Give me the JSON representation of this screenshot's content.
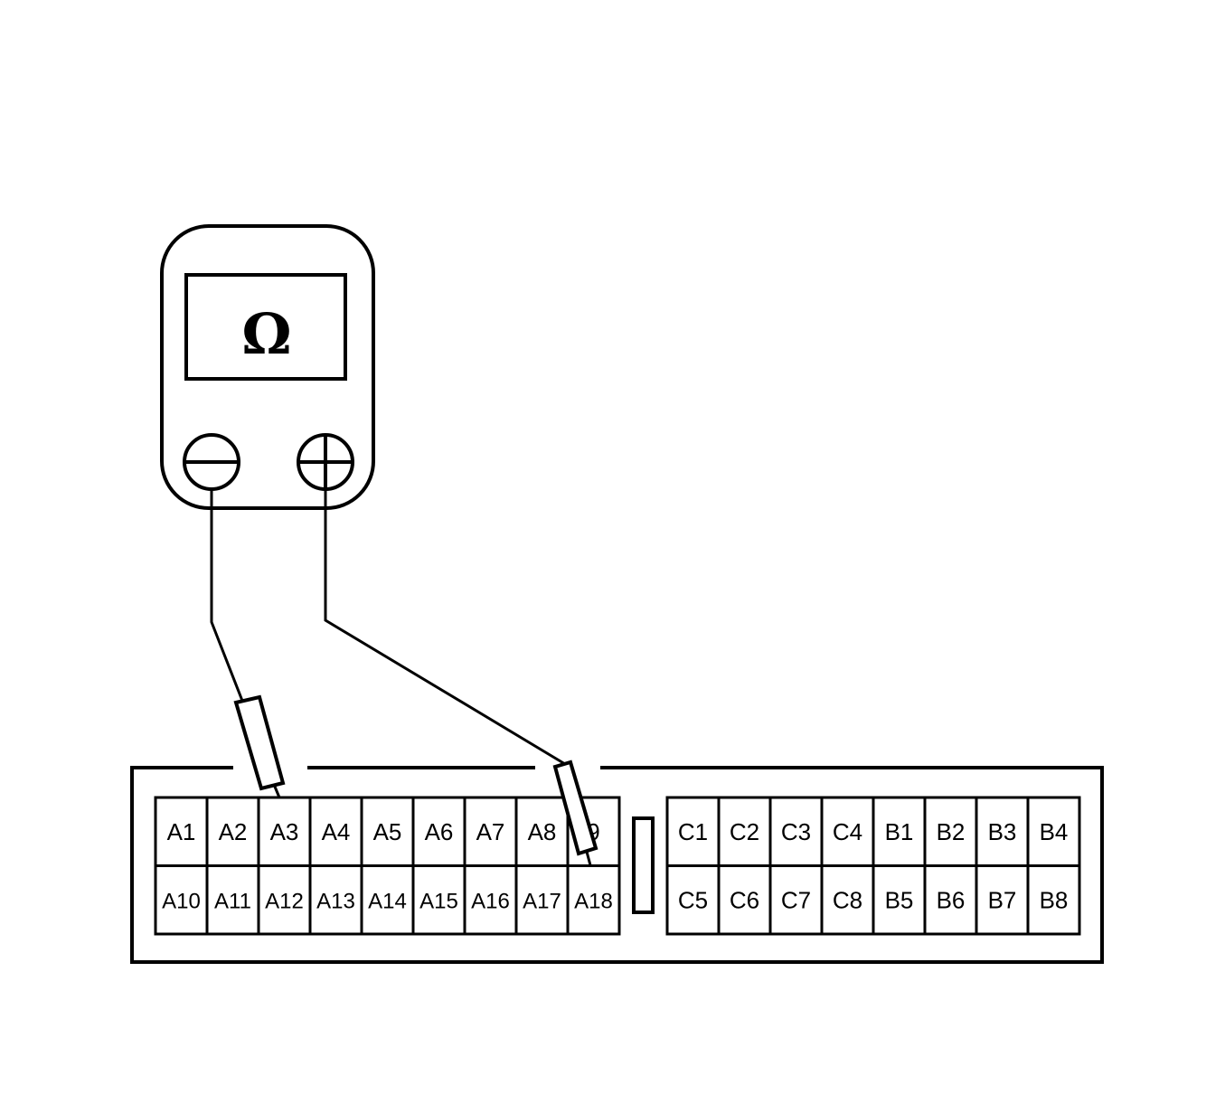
{
  "meter": {
    "display_symbol": "Ω",
    "negative_terminal": "−",
    "positive_terminal": "+"
  },
  "connector": {
    "block_a": {
      "top_row": [
        "A1",
        "A2",
        "A3",
        "A4",
        "A5",
        "A6",
        "A7",
        "A8",
        "9"
      ],
      "bottom_row": [
        "A10",
        "A11",
        "A12",
        "A13",
        "A14",
        "A15",
        "A16",
        "A17",
        "A18"
      ]
    },
    "block_cb": {
      "top_row": [
        "C1",
        "C2",
        "C3",
        "C4",
        "B1",
        "B2",
        "B3",
        "B4"
      ],
      "bottom_row": [
        "C5",
        "C6",
        "C7",
        "C8",
        "B5",
        "B6",
        "B7",
        "B8"
      ]
    }
  },
  "colors": {
    "line": "#000000",
    "background": "#ffffff"
  }
}
